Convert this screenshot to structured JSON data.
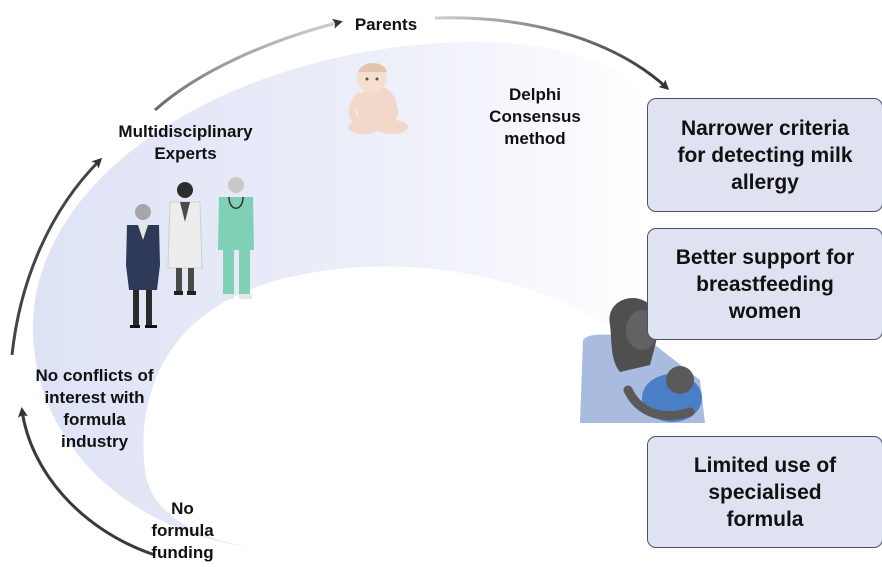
{
  "labels": {
    "parents": "Parents",
    "experts": [
      "Multidisciplinary",
      "Experts"
    ],
    "delphi": [
      "Delphi",
      "Consensus",
      "method"
    ],
    "conflicts": [
      "No conflicts of",
      "interest with",
      "formula",
      "industry"
    ],
    "funding": [
      "No",
      "formula",
      "funding"
    ]
  },
  "outcomes": [
    [
      "Narrower criteria",
      "for detecting milk",
      "allergy"
    ],
    [
      "Better support for",
      "breastfeeding",
      "women"
    ],
    [
      "Limited use of",
      "specialised",
      "formula"
    ]
  ],
  "colors": {
    "band": "#e8ebf8",
    "box_fill": "#dfe2f1",
    "box_border": "#4a4f73",
    "arrow": "#3a3a3a",
    "text": "#111111"
  },
  "icons": [
    "baby-icon",
    "businesswoman-icon",
    "doctor-icon",
    "nurse-icon",
    "breastfeeding-mother-icon"
  ]
}
